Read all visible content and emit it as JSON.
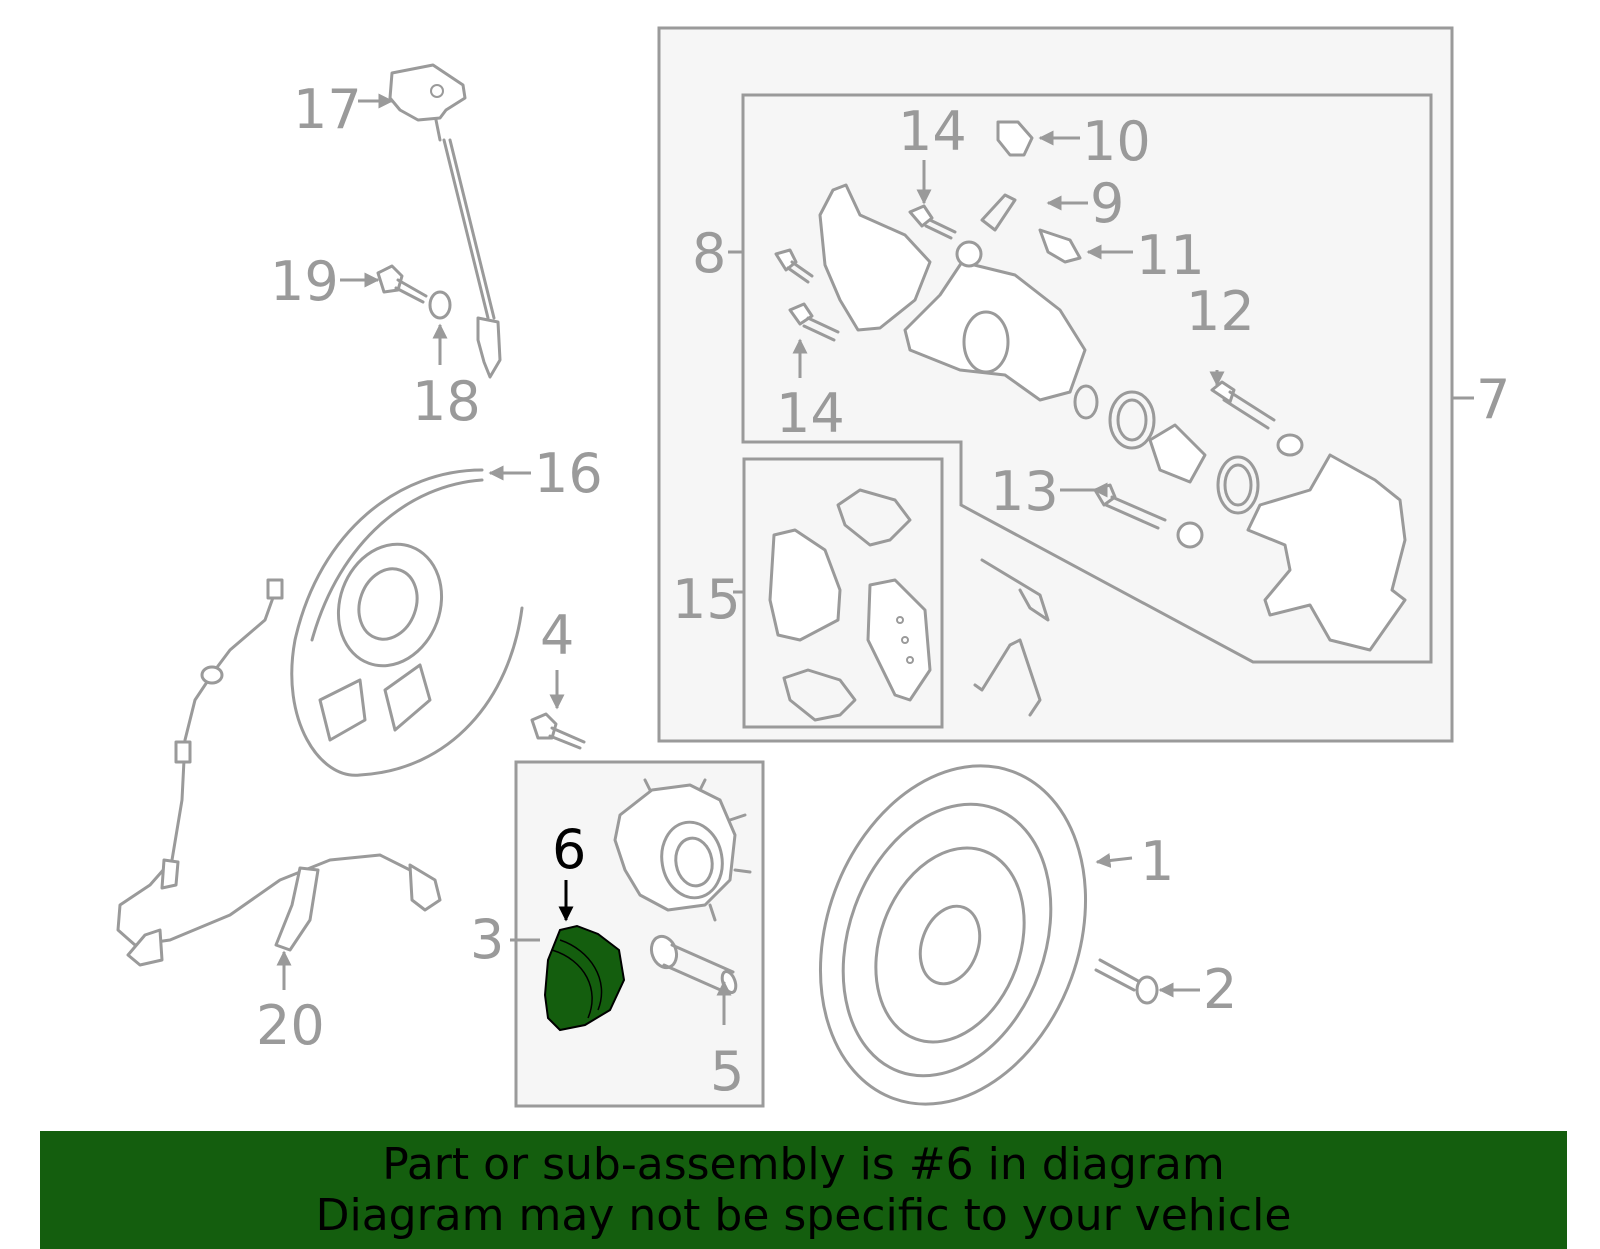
{
  "callouts": [
    "1",
    "2",
    "3",
    "4",
    "5",
    "6",
    "7",
    "8",
    "9",
    "10",
    "11",
    "12",
    "13",
    "14",
    "14",
    "15",
    "16",
    "17",
    "18",
    "19",
    "20"
  ],
  "highlighted_part": "6",
  "highlight_color": "#145e0e",
  "line_color": "#9a9a9a",
  "banner": {
    "line1": "Part or sub-assembly is #6 in diagram",
    "line2": "Diagram may not be specific to your vehicle"
  }
}
